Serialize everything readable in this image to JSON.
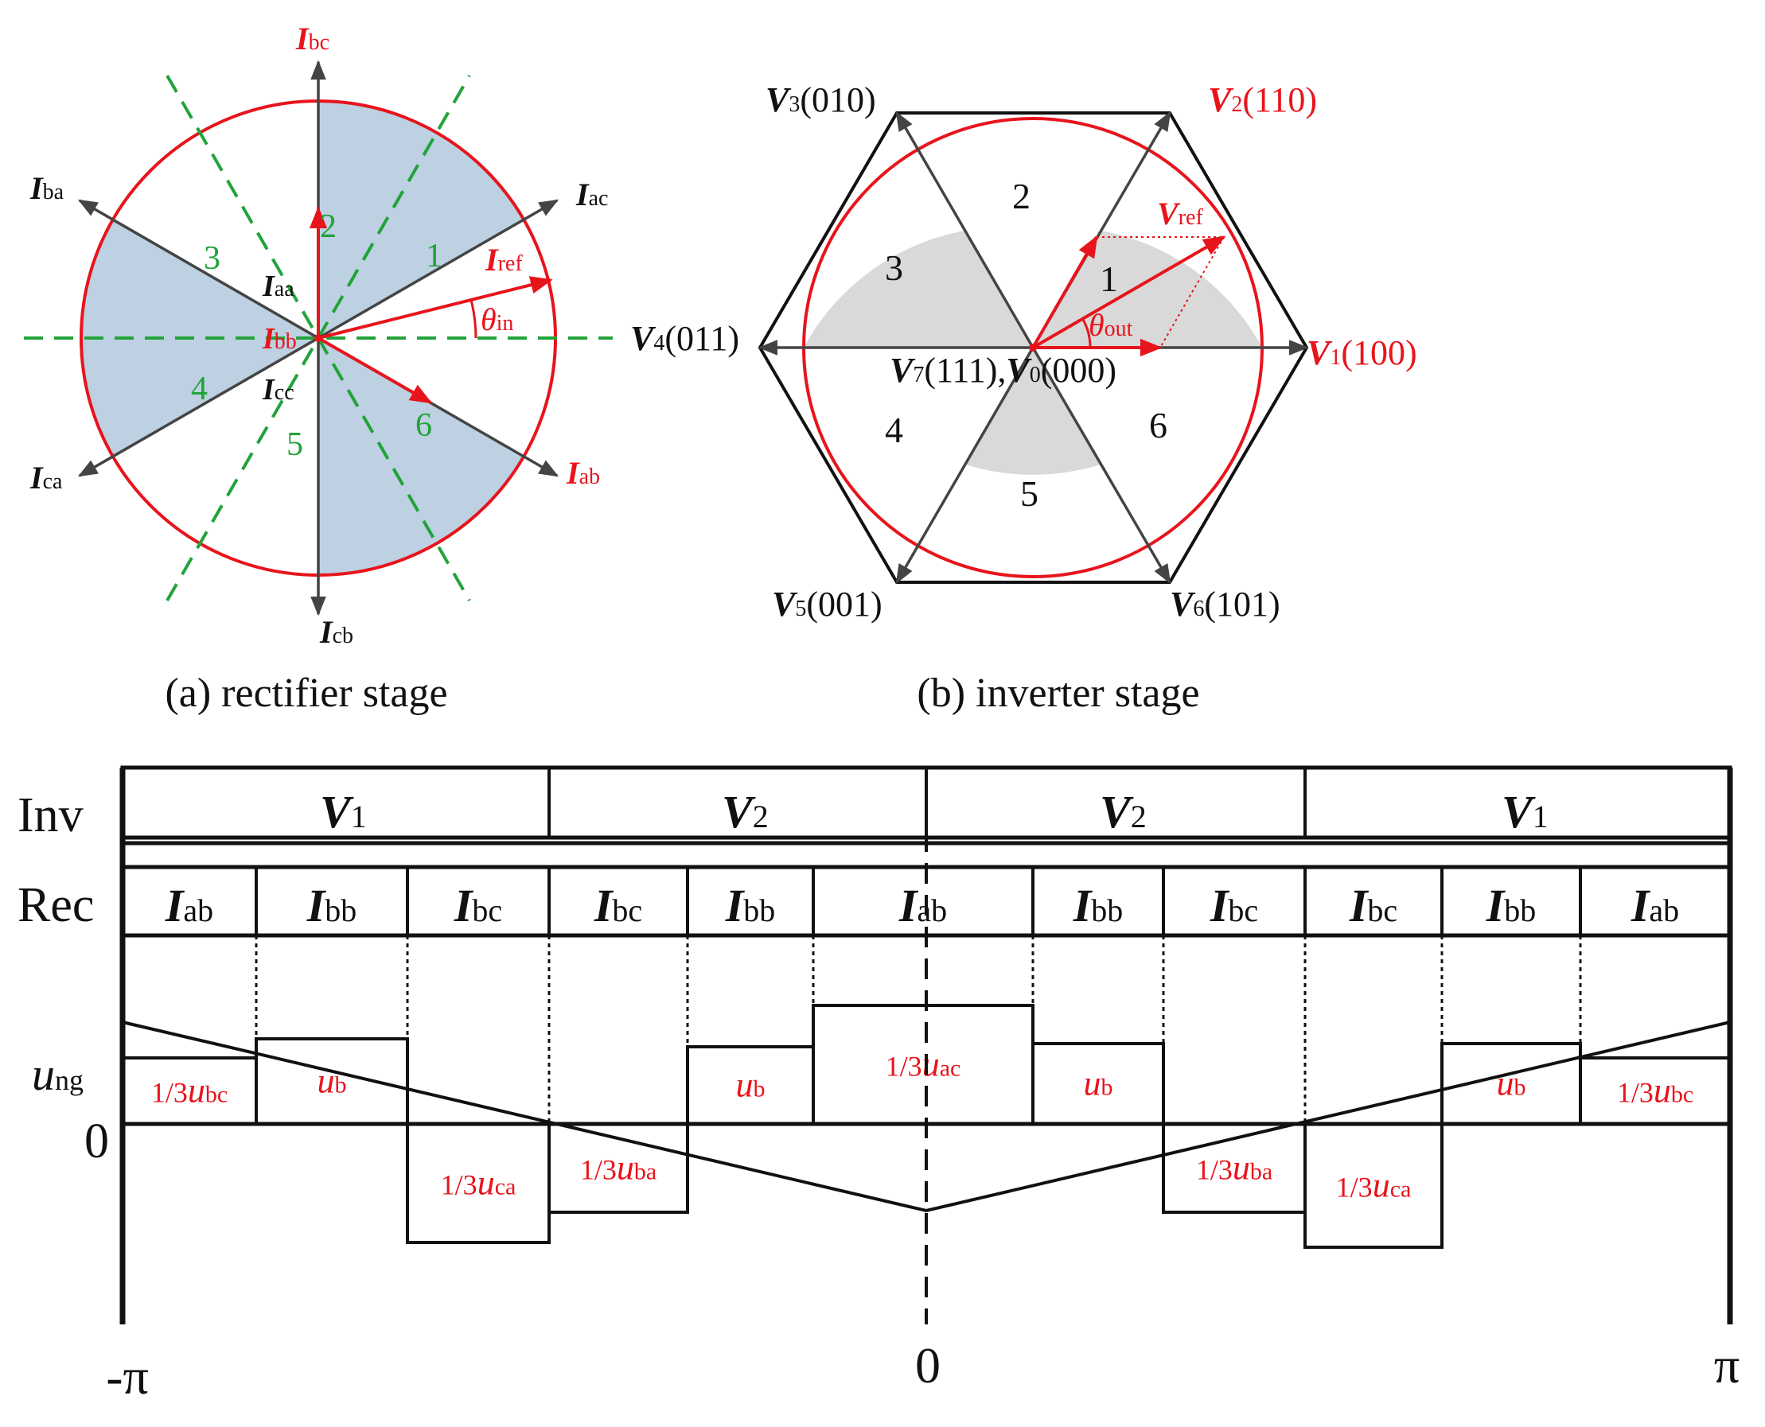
{
  "colors": {
    "red": "#e8141c",
    "green": "#22a33a",
    "sector_blue": "#bdd1e2",
    "sector_gray": "#d9d9d9",
    "black": "#111111"
  },
  "rectifier": {
    "caption": "(a) rectifier stage",
    "vectors": [
      {
        "name": "Ibc",
        "main": "I",
        "sub": "bc",
        "color": "red"
      },
      {
        "name": "Iac",
        "main": "I",
        "sub": "ac",
        "color": "black"
      },
      {
        "name": "Iab",
        "main": "I",
        "sub": "ab",
        "color": "red"
      },
      {
        "name": "Icb",
        "main": "I",
        "sub": "cb",
        "color": "black"
      },
      {
        "name": "Ica",
        "main": "I",
        "sub": "ca",
        "color": "black"
      },
      {
        "name": "Iba",
        "main": "I",
        "sub": "ba",
        "color": "black"
      },
      {
        "name": "Iref",
        "main": "I",
        "sub": "ref",
        "color": "red"
      }
    ],
    "zero_labels": [
      {
        "main": "I",
        "sub": "aa"
      },
      {
        "main": "I",
        "sub": "bb"
      },
      {
        "main": "I",
        "sub": "cc"
      }
    ],
    "angle": {
      "main": "θ",
      "sub": "in"
    },
    "sectors": [
      "1",
      "2",
      "3",
      "4",
      "5",
      "6"
    ]
  },
  "inverter": {
    "caption": "(b) inverter stage",
    "vectors": [
      {
        "name": "V1",
        "main": "V",
        "sub": "1",
        "tail": "(100)",
        "color": "red"
      },
      {
        "name": "V2",
        "main": "V",
        "sub": "2",
        "tail": "(110)",
        "color": "red"
      },
      {
        "name": "V3",
        "main": "V",
        "sub": "3",
        "tail": "(010)",
        "color": "black"
      },
      {
        "name": "V4",
        "main": "V",
        "sub": "4",
        "tail": "(011)",
        "color": "black"
      },
      {
        "name": "V5",
        "main": "V",
        "sub": "5",
        "tail": "(001)",
        "color": "black"
      },
      {
        "name": "V6",
        "main": "V",
        "sub": "6",
        "tail": "(101)",
        "color": "black"
      }
    ],
    "zero": {
      "a_main": "V",
      "a_sub": "7",
      "a_tail": "(111),",
      "b_main": "V",
      "b_sub": "0",
      "b_tail": "(000)"
    },
    "vref": {
      "main": "V",
      "sub": "ref"
    },
    "angle": {
      "main": "θ",
      "sub": "out"
    },
    "sectors": [
      "1",
      "2",
      "3",
      "4",
      "5",
      "6"
    ]
  },
  "timing": {
    "inv_label": "Inv",
    "rec_label": "Rec",
    "ung_label": {
      "main": "u",
      "sub": "ng"
    },
    "zero_label": "0",
    "x_ticks": [
      "-π",
      "0",
      "π"
    ],
    "inv_cells": [
      {
        "main": "V",
        "sub": "1"
      },
      {
        "main": "V",
        "sub": "2"
      },
      {
        "main": "V",
        "sub": "2"
      },
      {
        "main": "V",
        "sub": "1"
      }
    ],
    "rec_cells": [
      {
        "main": "I",
        "sub": "ab"
      },
      {
        "main": "I",
        "sub": "bb"
      },
      {
        "main": "I",
        "sub": "bc"
      },
      {
        "main": "I",
        "sub": "bc"
      },
      {
        "main": "I",
        "sub": "bb"
      },
      {
        "main": "I",
        "sub": "ab"
      },
      {
        "main": "I",
        "sub": "bb"
      },
      {
        "main": "I",
        "sub": "bc"
      },
      {
        "main": "I",
        "sub": "bc"
      },
      {
        "main": "I",
        "sub": "bb"
      },
      {
        "main": "I",
        "sub": "ab"
      }
    ],
    "pulses": [
      {
        "pre": "1/3",
        "main": "u",
        "sub": "bc"
      },
      {
        "pre": "",
        "main": "u",
        "sub": "b"
      },
      {
        "pre": "1/3",
        "main": "u",
        "sub": "ca"
      },
      {
        "pre": "1/3",
        "main": "u",
        "sub": "ba"
      },
      {
        "pre": "",
        "main": "u",
        "sub": "b"
      },
      {
        "pre": "1/3",
        "main": "u",
        "sub": "ac"
      },
      {
        "pre": "",
        "main": "u",
        "sub": "b"
      },
      {
        "pre": "1/3",
        "main": "u",
        "sub": "ba"
      },
      {
        "pre": "1/3",
        "main": "u",
        "sub": "ca"
      },
      {
        "pre": "",
        "main": "u",
        "sub": "b"
      },
      {
        "pre": "1/3",
        "main": "u",
        "sub": "bc"
      }
    ]
  }
}
